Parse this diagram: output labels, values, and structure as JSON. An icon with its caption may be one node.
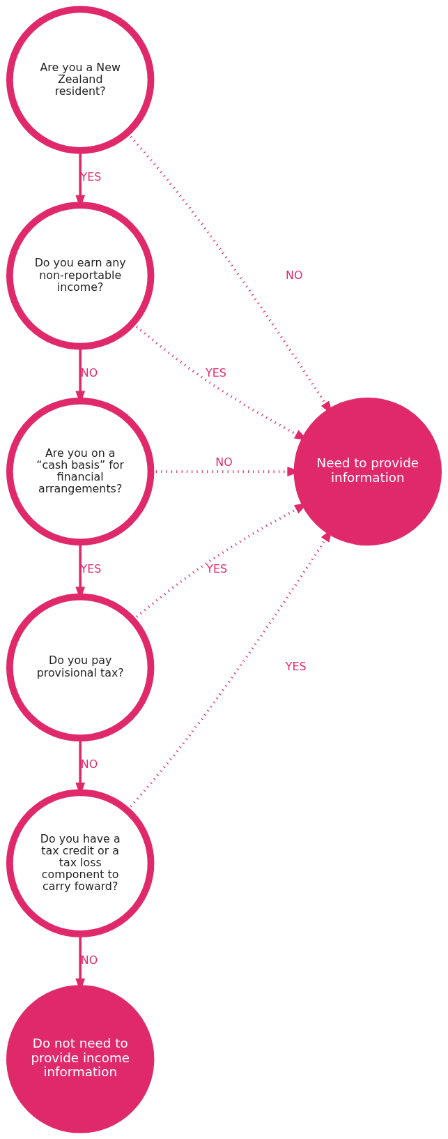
{
  "diagram": {
    "nodes": [
      {
        "text": [
          "Are you a New Zealand resident?"
        ]
      },
      {
        "text": [
          "Do you earn any non-reportable income?"
        ]
      },
      {
        "text": [
          "Are you on a “cash basis” for financial arrangements?"
        ]
      },
      {
        "text": [
          "Do you pay provisional tax?"
        ]
      },
      {
        "text": [
          "Do you have a tax credit or a tax loss component to carry foward?"
        ]
      },
      {
        "text": [
          "Need to provide information"
        ]
      },
      {
        "text": [
          "Do not need to provide income information"
        ]
      }
    ],
    "edges": [
      {
        "from": 0,
        "to": 1,
        "arrow": "to",
        "label": "YES"
      },
      {
        "from": 0,
        "to": 5,
        "arrow": "to",
        "label": "NO",
        "style": "dashed"
      },
      {
        "from": 1,
        "to": 2,
        "arrow": "to",
        "label": "NO"
      },
      {
        "from": 1,
        "to": 5,
        "arrow": "to",
        "label": "YES",
        "style": "dashed"
      },
      {
        "from": 2,
        "to": 3,
        "arrow": "to",
        "label": "YES"
      },
      {
        "from": 2,
        "to": 5,
        "arrow": "to",
        "label": "NO",
        "style": "dashed"
      },
      {
        "from": 3,
        "to": 4,
        "arrow": "to",
        "label": "NO"
      },
      {
        "from": 3,
        "to": 5,
        "arrow": "to",
        "label": "YES",
        "style": "dashed"
      },
      {
        "from": 4,
        "to": 6,
        "arrow": "to",
        "label": "NO"
      },
      {
        "from": 4,
        "to": 5,
        "arrow": "to",
        "label": "YES",
        "style": "dashed"
      }
    ]
  }
}
